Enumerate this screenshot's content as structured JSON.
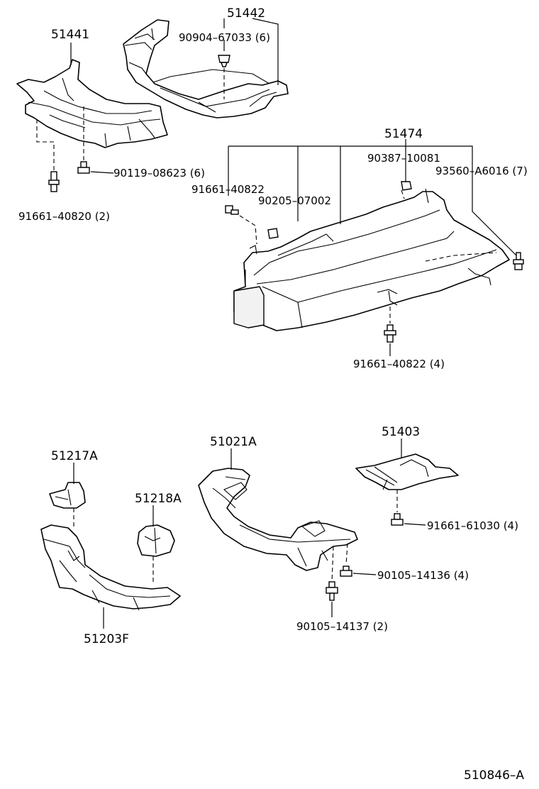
{
  "labels": {
    "p51441": "51441",
    "p51442": "51442",
    "p90904_67033": "90904–67033 (6)",
    "p90119_08623": "90119–08623 (6)",
    "p91661_40820": "91661–40820 (2)",
    "p51474": "51474",
    "p90387_10081": "90387–10081",
    "p93560_A6016": "93560–A6016 (7)",
    "p91661_40822a": "91661–40822",
    "p90205_07002": "90205–07002",
    "p91661_40822b": "91661–40822 (4)",
    "p51403": "51403",
    "p51021A": "51021A",
    "p51217A": "51217A",
    "p51218A": "51218A",
    "p91661_61030": "91661–61030 (4)",
    "p90105_14136": "90105–14136 (4)",
    "p90105_14137": "90105–14137 (2)",
    "p51203F": "51203F",
    "figure_id": "510846–A"
  }
}
